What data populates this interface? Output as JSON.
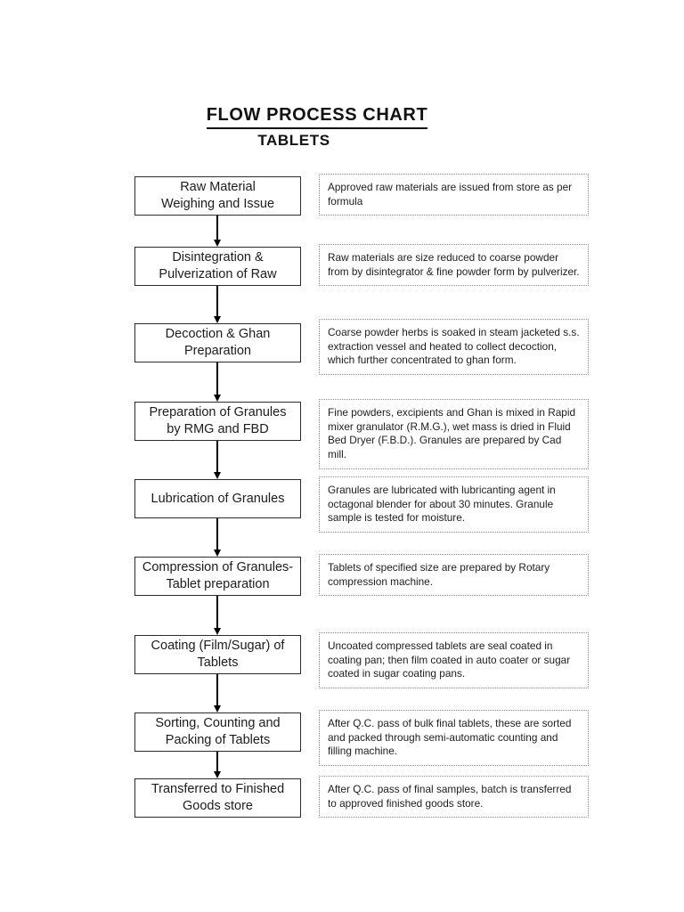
{
  "page": {
    "title": "FLOW PROCESS CHART",
    "subtitle": "TABLETS"
  },
  "steps": [
    {
      "label": "Raw Material\nWeighing and Issue",
      "description": "Approved raw materials are issued from store as per formula"
    },
    {
      "label": "Disintegration &\nPulverization of Raw",
      "description": "Raw materials are size reduced to coarse powder from by disintegrator & fine powder form by pulverizer."
    },
    {
      "label": "Decoction & Ghan\nPreparation",
      "description": "Coarse powder herbs is soaked in steam jacketed s.s. extraction vessel and heated to collect decoction, which further concentrated to ghan form."
    },
    {
      "label": "Preparation of Granules\nby RMG and FBD",
      "description": "Fine powders, excipients and Ghan is mixed in Rapid mixer granulator (R.M.G.), wet mass is dried in Fluid Bed Dryer (F.B.D.). Granules are prepared by Cad mill."
    },
    {
      "label": "Lubrication of Granules",
      "description": "Granules are lubricated with lubricanting agent in octagonal blender for about 30 minutes. Granule sample is tested for moisture."
    },
    {
      "label": "Compression of Granules-\nTablet preparation",
      "description": "Tablets of specified size are prepared by Rotary compression machine."
    },
    {
      "label": "Coating (Film/Sugar) of\nTablets",
      "description": "Uncoated compressed tablets are seal coated in coating pan; then film coated in auto coater or sugar coated in sugar coating pans."
    },
    {
      "label": "Sorting, Counting and\nPacking of Tablets",
      "description": "After Q.C. pass of bulk final tablets, these are sorted and packed through semi-automatic counting and filling machine."
    },
    {
      "label": "Transferred to Finished\nGoods store",
      "description": "After Q.C. pass of final samples, batch is transferred to approved finished goods store."
    }
  ]
}
